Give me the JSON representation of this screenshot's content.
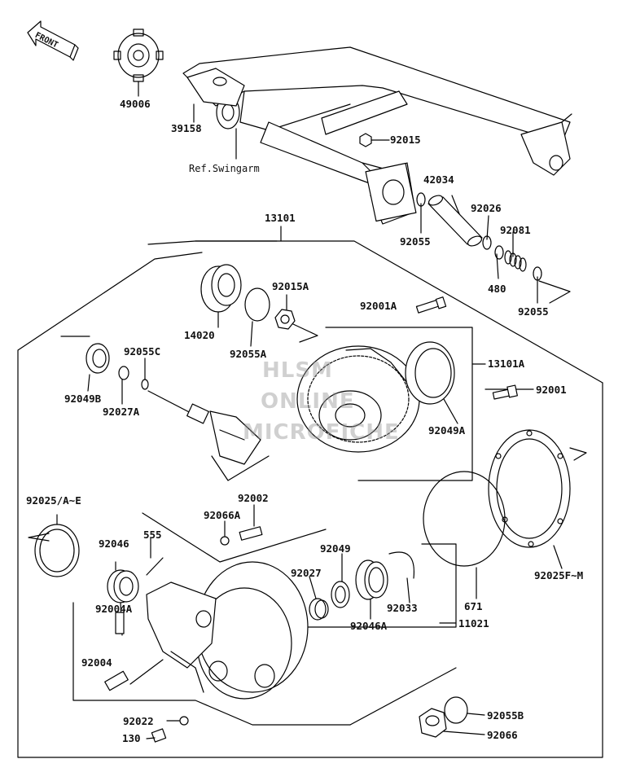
{
  "front_label": "FRONT",
  "ref_label": "Ref.Swingarm",
  "watermark": {
    "line1": "HLSM",
    "line2": "ONLINE",
    "line3": "MICROFICHE"
  },
  "labels": {
    "p49006": "49006",
    "p39158": "39158",
    "p92015": "92015",
    "p42034": "42034",
    "p92026": "92026",
    "p92081": "92081",
    "p92055a": "92055",
    "p480": "480",
    "p92055b": "92055",
    "p13101": "13101",
    "p92015A": "92015A",
    "p14020": "14020",
    "p92055A": "92055A",
    "p92001A": "92001A",
    "p13101A": "13101A",
    "p92001": "92001",
    "p92049A": "92049A",
    "p92055C": "92055C",
    "p92049B": "92049B",
    "p92027A": "92027A",
    "p92025AE": "92025/A~E",
    "p92002": "92002",
    "p92066A": "92066A",
    "p92046": "92046",
    "p555": "555",
    "p92004A": "92004A",
    "p92049": "92049",
    "p92027": "92027",
    "p92046A": "92046A",
    "p92033": "92033",
    "p671": "671",
    "p11021": "11021",
    "p92025FM": "92025F~M",
    "p92004": "92004",
    "p92022": "92022",
    "p130": "130",
    "p92055B": "92055B",
    "p92066": "92066"
  }
}
